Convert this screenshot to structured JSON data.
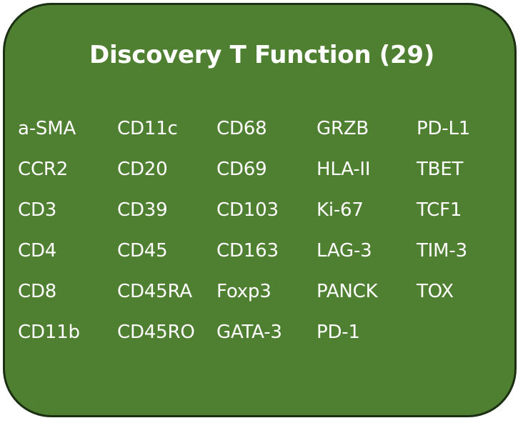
{
  "title": "Discovery T Function (29)",
  "colors": {
    "panel_fill": "#4f7f31",
    "panel_border": "#1b2f12",
    "text": "#ffffff"
  },
  "markers": [
    [
      "a-SMA",
      "CD11c",
      "CD68",
      "GRZB",
      "PD-L1"
    ],
    [
      "CCR2",
      "CD20",
      "CD69",
      "HLA-II",
      "TBET"
    ],
    [
      "CD3",
      "CD39",
      "CD103",
      "Ki-67",
      "TCF1"
    ],
    [
      "CD4",
      "CD45",
      "CD163",
      "LAG-3",
      "TIM-3"
    ],
    [
      "CD8",
      "CD45RA",
      "Foxp3",
      "PANCK",
      "TOX"
    ],
    [
      "CD11b",
      "CD45RO",
      "GATA-3",
      "PD-1",
      ""
    ]
  ]
}
